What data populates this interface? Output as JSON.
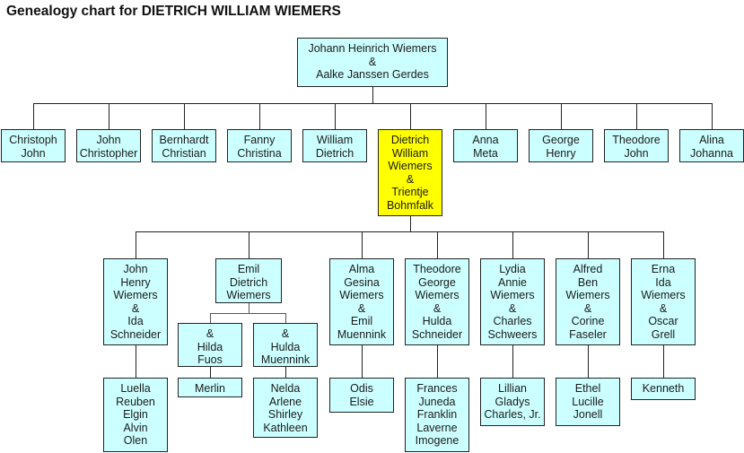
{
  "title": "Genealogy chart for DIETRICH WILLIAM WIEMERS",
  "colors": {
    "node": "#ccffff",
    "highlight": "#ffff00",
    "line": "#222222"
  },
  "root": {
    "lines": [
      "Johann Heinrich Wiemers",
      "&",
      "Aalke Janssen Gerdes"
    ]
  },
  "siblings": [
    {
      "lines": [
        "Christoph",
        "John"
      ]
    },
    {
      "lines": [
        "John",
        "Christopher"
      ]
    },
    {
      "lines": [
        "Bernhardt",
        "Christian"
      ]
    },
    {
      "lines": [
        "Fanny",
        "Christina"
      ]
    },
    {
      "lines": [
        "William",
        "Dietrich"
      ]
    },
    {
      "lines": [
        "Dietrich",
        "William",
        "Wiemers",
        "&",
        "Trientje",
        "Bohmfalk"
      ],
      "highlight": true
    },
    {
      "lines": [
        "Anna",
        "Meta"
      ]
    },
    {
      "lines": [
        "George",
        "Henry"
      ]
    },
    {
      "lines": [
        "Theodore",
        "John"
      ]
    },
    {
      "lines": [
        "Alina",
        "Johanna"
      ]
    }
  ],
  "children": [
    {
      "lines": [
        "John",
        "Henry",
        "Wiemers",
        "&",
        "Ida",
        "Schneider"
      ],
      "kids": [
        "Luella",
        "Reuben",
        "Elgin",
        "Alvin",
        "Olen"
      ]
    },
    {
      "lines": [
        "Emil",
        "Dietrich",
        "Wiemers"
      ],
      "spouses": [
        {
          "lines": [
            "&",
            "Hilda",
            "Fuos"
          ],
          "kids": [
            "Merlin"
          ]
        },
        {
          "lines": [
            "&",
            "Hulda",
            "Muennink"
          ],
          "kids": [
            "Nelda",
            "Arlene",
            "Shirley",
            "Kathleen"
          ]
        }
      ]
    },
    {
      "lines": [
        "Alma",
        "Gesina",
        "Wiemers",
        "&",
        "Emil",
        "Muennink"
      ],
      "kids": [
        "Odis",
        "Elsie"
      ]
    },
    {
      "lines": [
        "Theodore",
        "George",
        "Wiemers",
        "&",
        "Hulda",
        "Schneider"
      ],
      "kids": [
        "Frances",
        "Juneda",
        "Franklin",
        "Laverne",
        "Imogene"
      ]
    },
    {
      "lines": [
        "Lydia",
        "Annie",
        "Wiemers",
        "&",
        "Charles",
        "Schweers"
      ],
      "kids": [
        "Lillian",
        "Gladys",
        "Charles, Jr."
      ]
    },
    {
      "lines": [
        "Alfred",
        "Ben",
        "Wiemers",
        "&",
        "Corine",
        "Faseler"
      ],
      "kids": [
        "Ethel",
        "Lucille",
        "Jonell"
      ]
    },
    {
      "lines": [
        "Erna",
        "Ida",
        "Wiemers",
        "&",
        "Oscar",
        "Grell"
      ],
      "kids": [
        "Kenneth"
      ]
    }
  ]
}
